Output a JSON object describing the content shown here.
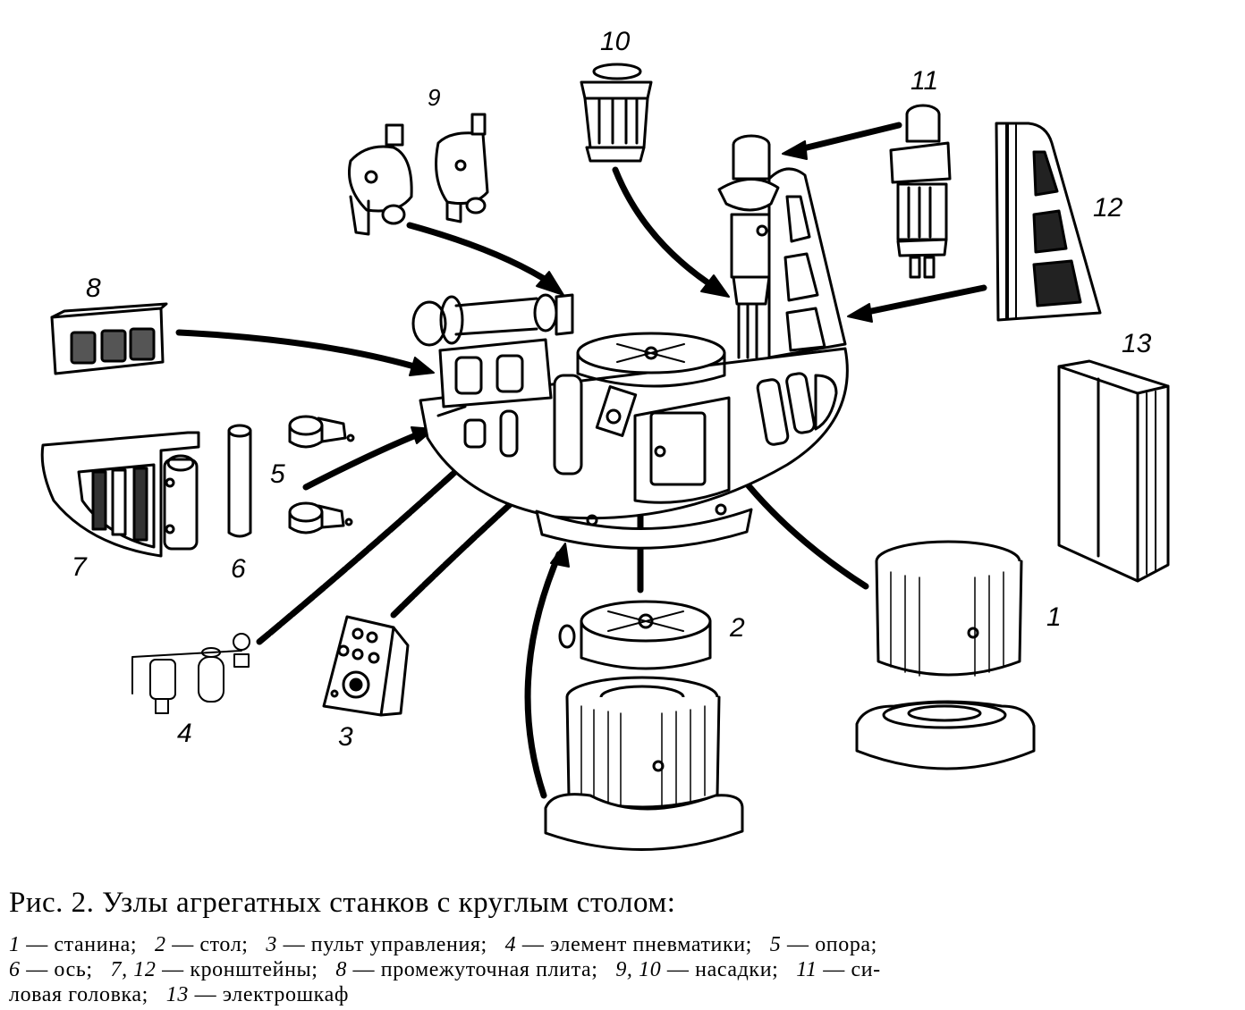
{
  "figure": {
    "part_labels": {
      "p1": "1",
      "p2": "2",
      "p3": "3",
      "p4": "4",
      "p5": "5",
      "p6": "6",
      "p7": "7",
      "p8": "8",
      "p9": "9",
      "p10": "10",
      "p11": "11",
      "p12": "12",
      "p13": "13"
    }
  },
  "caption": {
    "title": "Рис. 2. Узлы агрегатных станков с круглым столом:",
    "legend": [
      {
        "num": "1",
        "dash": " — ",
        "text": "станина;"
      },
      {
        "num": "2",
        "dash": " — ",
        "text": "стол;"
      },
      {
        "num": "3",
        "dash": " — ",
        "text": "пульт управления;"
      },
      {
        "num": "4",
        "dash": " — ",
        "text": "элемент пневматики;"
      },
      {
        "num": "5",
        "dash": " — ",
        "text": "опора;"
      },
      {
        "num": "6",
        "dash": " — ",
        "text": "ось;"
      },
      {
        "num": "7, 12",
        "dash": " — ",
        "text": "кронштейны;"
      },
      {
        "num": "8",
        "dash": " — ",
        "text": "промежуточная плита;"
      },
      {
        "num": "9, 10",
        "dash": " — ",
        "text": "насадки;"
      },
      {
        "num": "11",
        "dash": " — ",
        "text": "си-"
      },
      {
        "num": "",
        "dash": "",
        "text": "ловая головка;"
      },
      {
        "num": "13",
        "dash": " — ",
        "text": "электрошкаф"
      }
    ]
  }
}
